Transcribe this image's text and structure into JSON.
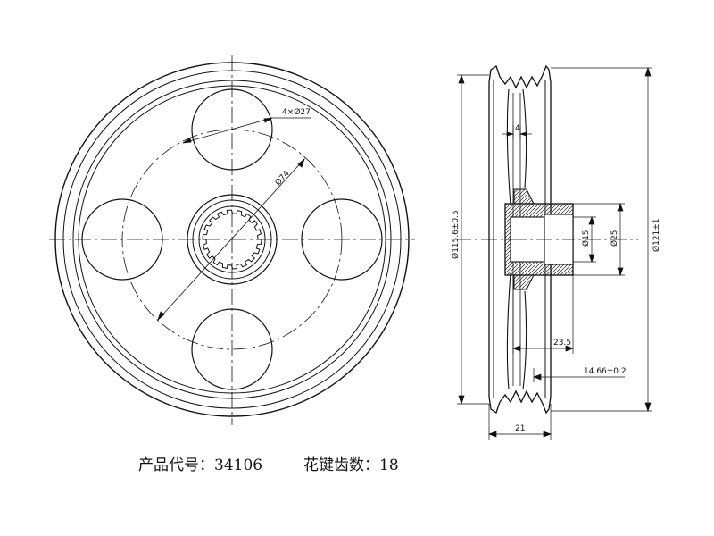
{
  "front_view": {
    "hole_callout": "4×Ø27",
    "pcd_callout": "Ø74"
  },
  "side_view": {
    "dims": {
      "outer_dia": "Ø121±1",
      "groove_dia": "Ø115.6±0.5",
      "hub_outer": "Ø25",
      "bore": "Ø15",
      "rib_thk": "4",
      "hub_len": "23.5",
      "offset": "14.66±0.2",
      "width": "21"
    }
  },
  "caption": {
    "product_code": "产品代号：34106",
    "spline_teeth": "花键齿数：18"
  }
}
